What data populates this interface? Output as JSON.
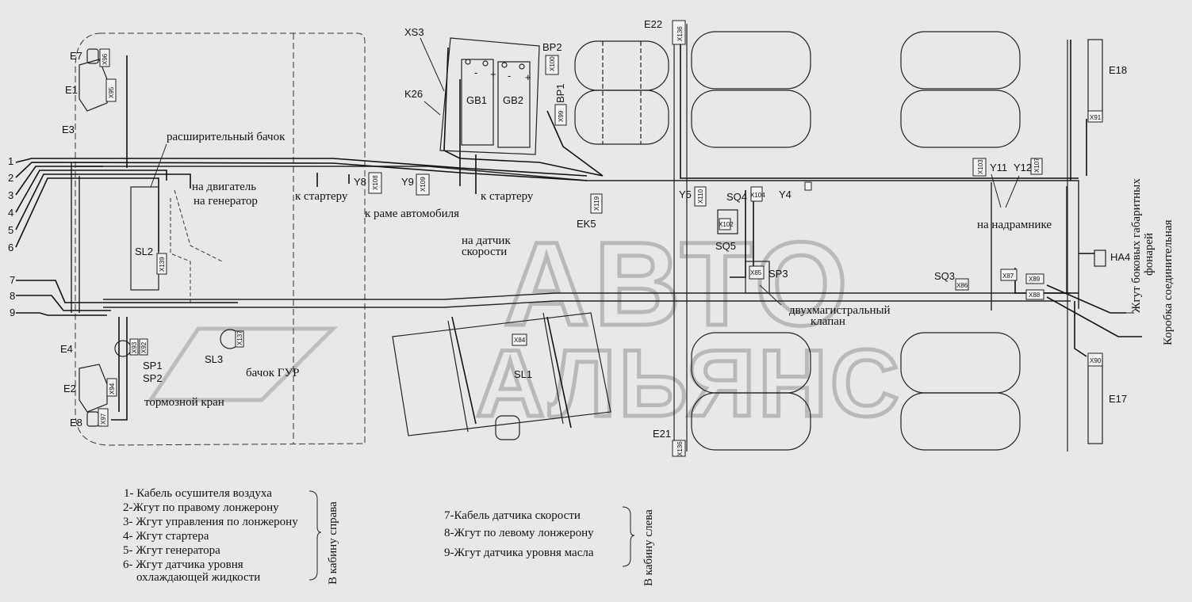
{
  "wire_numbers": [
    "1",
    "2",
    "3",
    "4",
    "5",
    "6",
    "7",
    "8",
    "9"
  ],
  "components": {
    "xs3": "XS3",
    "k26": "K26",
    "bp2": "BP2",
    "bp1": "BP1",
    "gb1": "GB1",
    "gb2": "GB2",
    "e22": "E22",
    "e21": "E21",
    "e18": "E18",
    "e17": "E17",
    "e7": "E7",
    "e1": "E1",
    "e3": "E3",
    "e4": "E4",
    "e2": "E2",
    "e8": "E8",
    "sl2": "SL2",
    "sl3": "SL3",
    "sl1": "SL1",
    "sp1": "SP1",
    "sp2": "SP2",
    "y8": "Y8",
    "y9": "Y9",
    "y5": "Y5",
    "y4": "Y4",
    "y11": "Y11",
    "y12": "Y12",
    "sq4": "SQ4",
    "sq5": "SQ5",
    "sp3": "SP3",
    "sq3": "SQ3",
    "ek5": "EK5",
    "ha4": "HA4"
  },
  "connectors": {
    "x136a": "X136",
    "x100": "X100",
    "x99": "X99",
    "x96": "X96",
    "x95": "X95",
    "x108": "X108",
    "x109": "X109",
    "x139": "X139",
    "x137": "X137",
    "x119": "X119",
    "x110": "X110",
    "x104": "X104",
    "x102": "X102",
    "x85": "X85",
    "x103": "X103",
    "x107": "X107",
    "x91": "X91",
    "x87": "X87",
    "x86": "X86",
    "x89": "X89",
    "x88": "X88",
    "x84": "X84",
    "x90": "X90",
    "x136b": "X136",
    "x93": "X93",
    "x92": "X92",
    "x94": "X94",
    "x97": "X97"
  },
  "annotations": {
    "expansion_tank": "расширительный бачок",
    "to_engine": "на двигатель",
    "to_generator": "на генератор",
    "to_starter_1": "к стартеру",
    "to_starter_2": "к стартеру",
    "to_frame": "к раме автомобиля",
    "speed_sensor_1": "на датчик",
    "speed_sensor_2": "скорости",
    "on_subframe": "на надрамнике",
    "dual_valve_1": "двухмагистральный",
    "dual_valve_2": "клапан",
    "gur_tank": "бачок ГУР",
    "brake_valve": "тормозной кран",
    "side_lights_1": "Жгут боковых габаритных",
    "side_lights_2": "фонарей",
    "junction_box": "Коробка соединительная"
  },
  "legend": {
    "right_items": [
      "1- Кабель осушителя воздуха",
      "2-Жгут по правому лонжерону",
      "3- Жгут управления по лонжерону",
      "4- Жгут стартера",
      "5- Жгут генератора",
      "6- Жгут датчика уровня",
      "охлаждающей жидкости"
    ],
    "right_group": "В кабину справа",
    "left_items": [
      "7-Кабель датчика скорости",
      "8-Жгут по левому лонжерону",
      "9-Жгут датчика уровня масла"
    ],
    "left_group": "В кабину слева"
  },
  "watermark": {
    "line1": "АВТО",
    "line2": "АЛЬЯНС"
  }
}
